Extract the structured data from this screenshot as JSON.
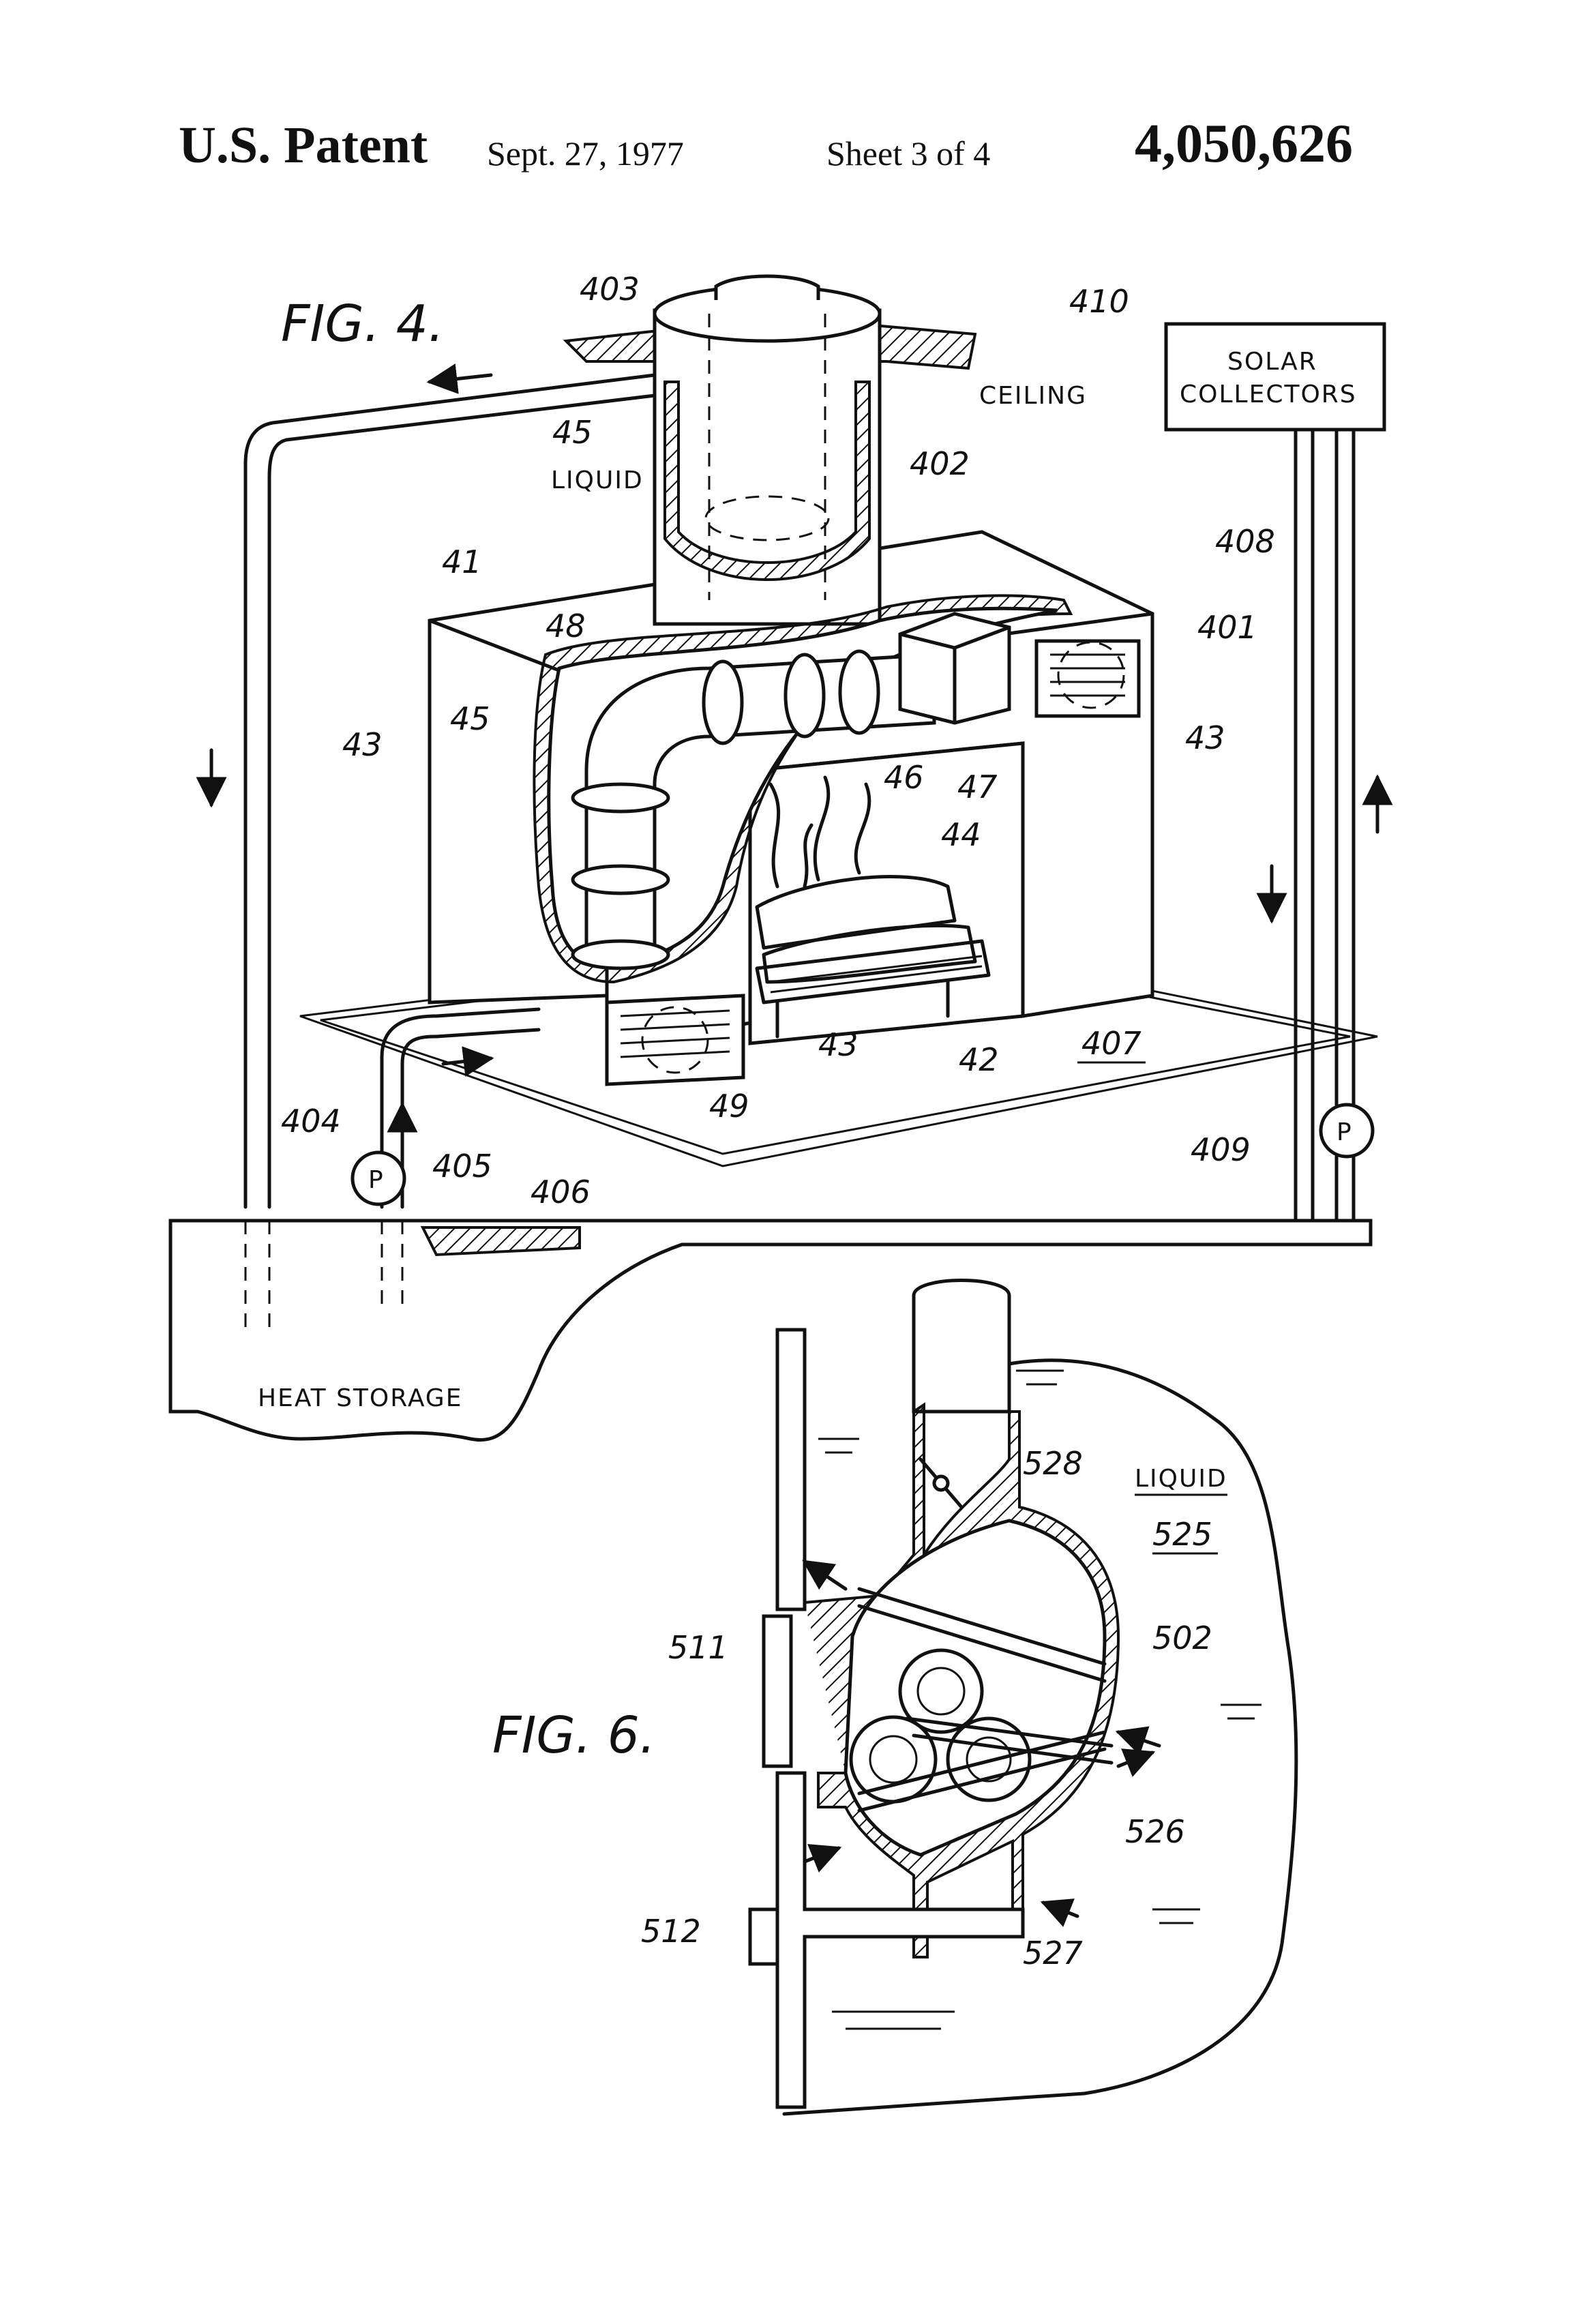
{
  "header": {
    "left": "U.S. Patent",
    "date": "Sept. 27, 1977",
    "sheet": "Sheet 3 of 4",
    "number": "4,050,626"
  },
  "fig4": {
    "title": "FIG. 4.",
    "ceiling": "CEILING",
    "liquid": "LIQUID",
    "solar_line1": "SOLAR",
    "solar_line2": "COLLECTORS",
    "heat_storage": "HEAT STORAGE",
    "pump_label": "P",
    "refs": {
      "r403": "403",
      "r410": "410",
      "r45a": "45",
      "r402": "402",
      "r408": "408",
      "r41": "41",
      "r48": "48",
      "r401": "401",
      "r45b": "45",
      "r43a": "43",
      "r43b": "43",
      "r46": "46",
      "r47": "47",
      "r44": "44",
      "r43c": "43",
      "r42": "42",
      "r407": "407",
      "r49": "49",
      "r404": "404",
      "r405": "405",
      "r406": "406",
      "r409": "409"
    }
  },
  "fig6": {
    "title": "FIG. 6.",
    "liquid": "LIQUID",
    "refs": {
      "r528": "528",
      "r525": "525",
      "r502": "502",
      "r511": "511",
      "r526": "526",
      "r512": "512",
      "r527": "527"
    }
  }
}
